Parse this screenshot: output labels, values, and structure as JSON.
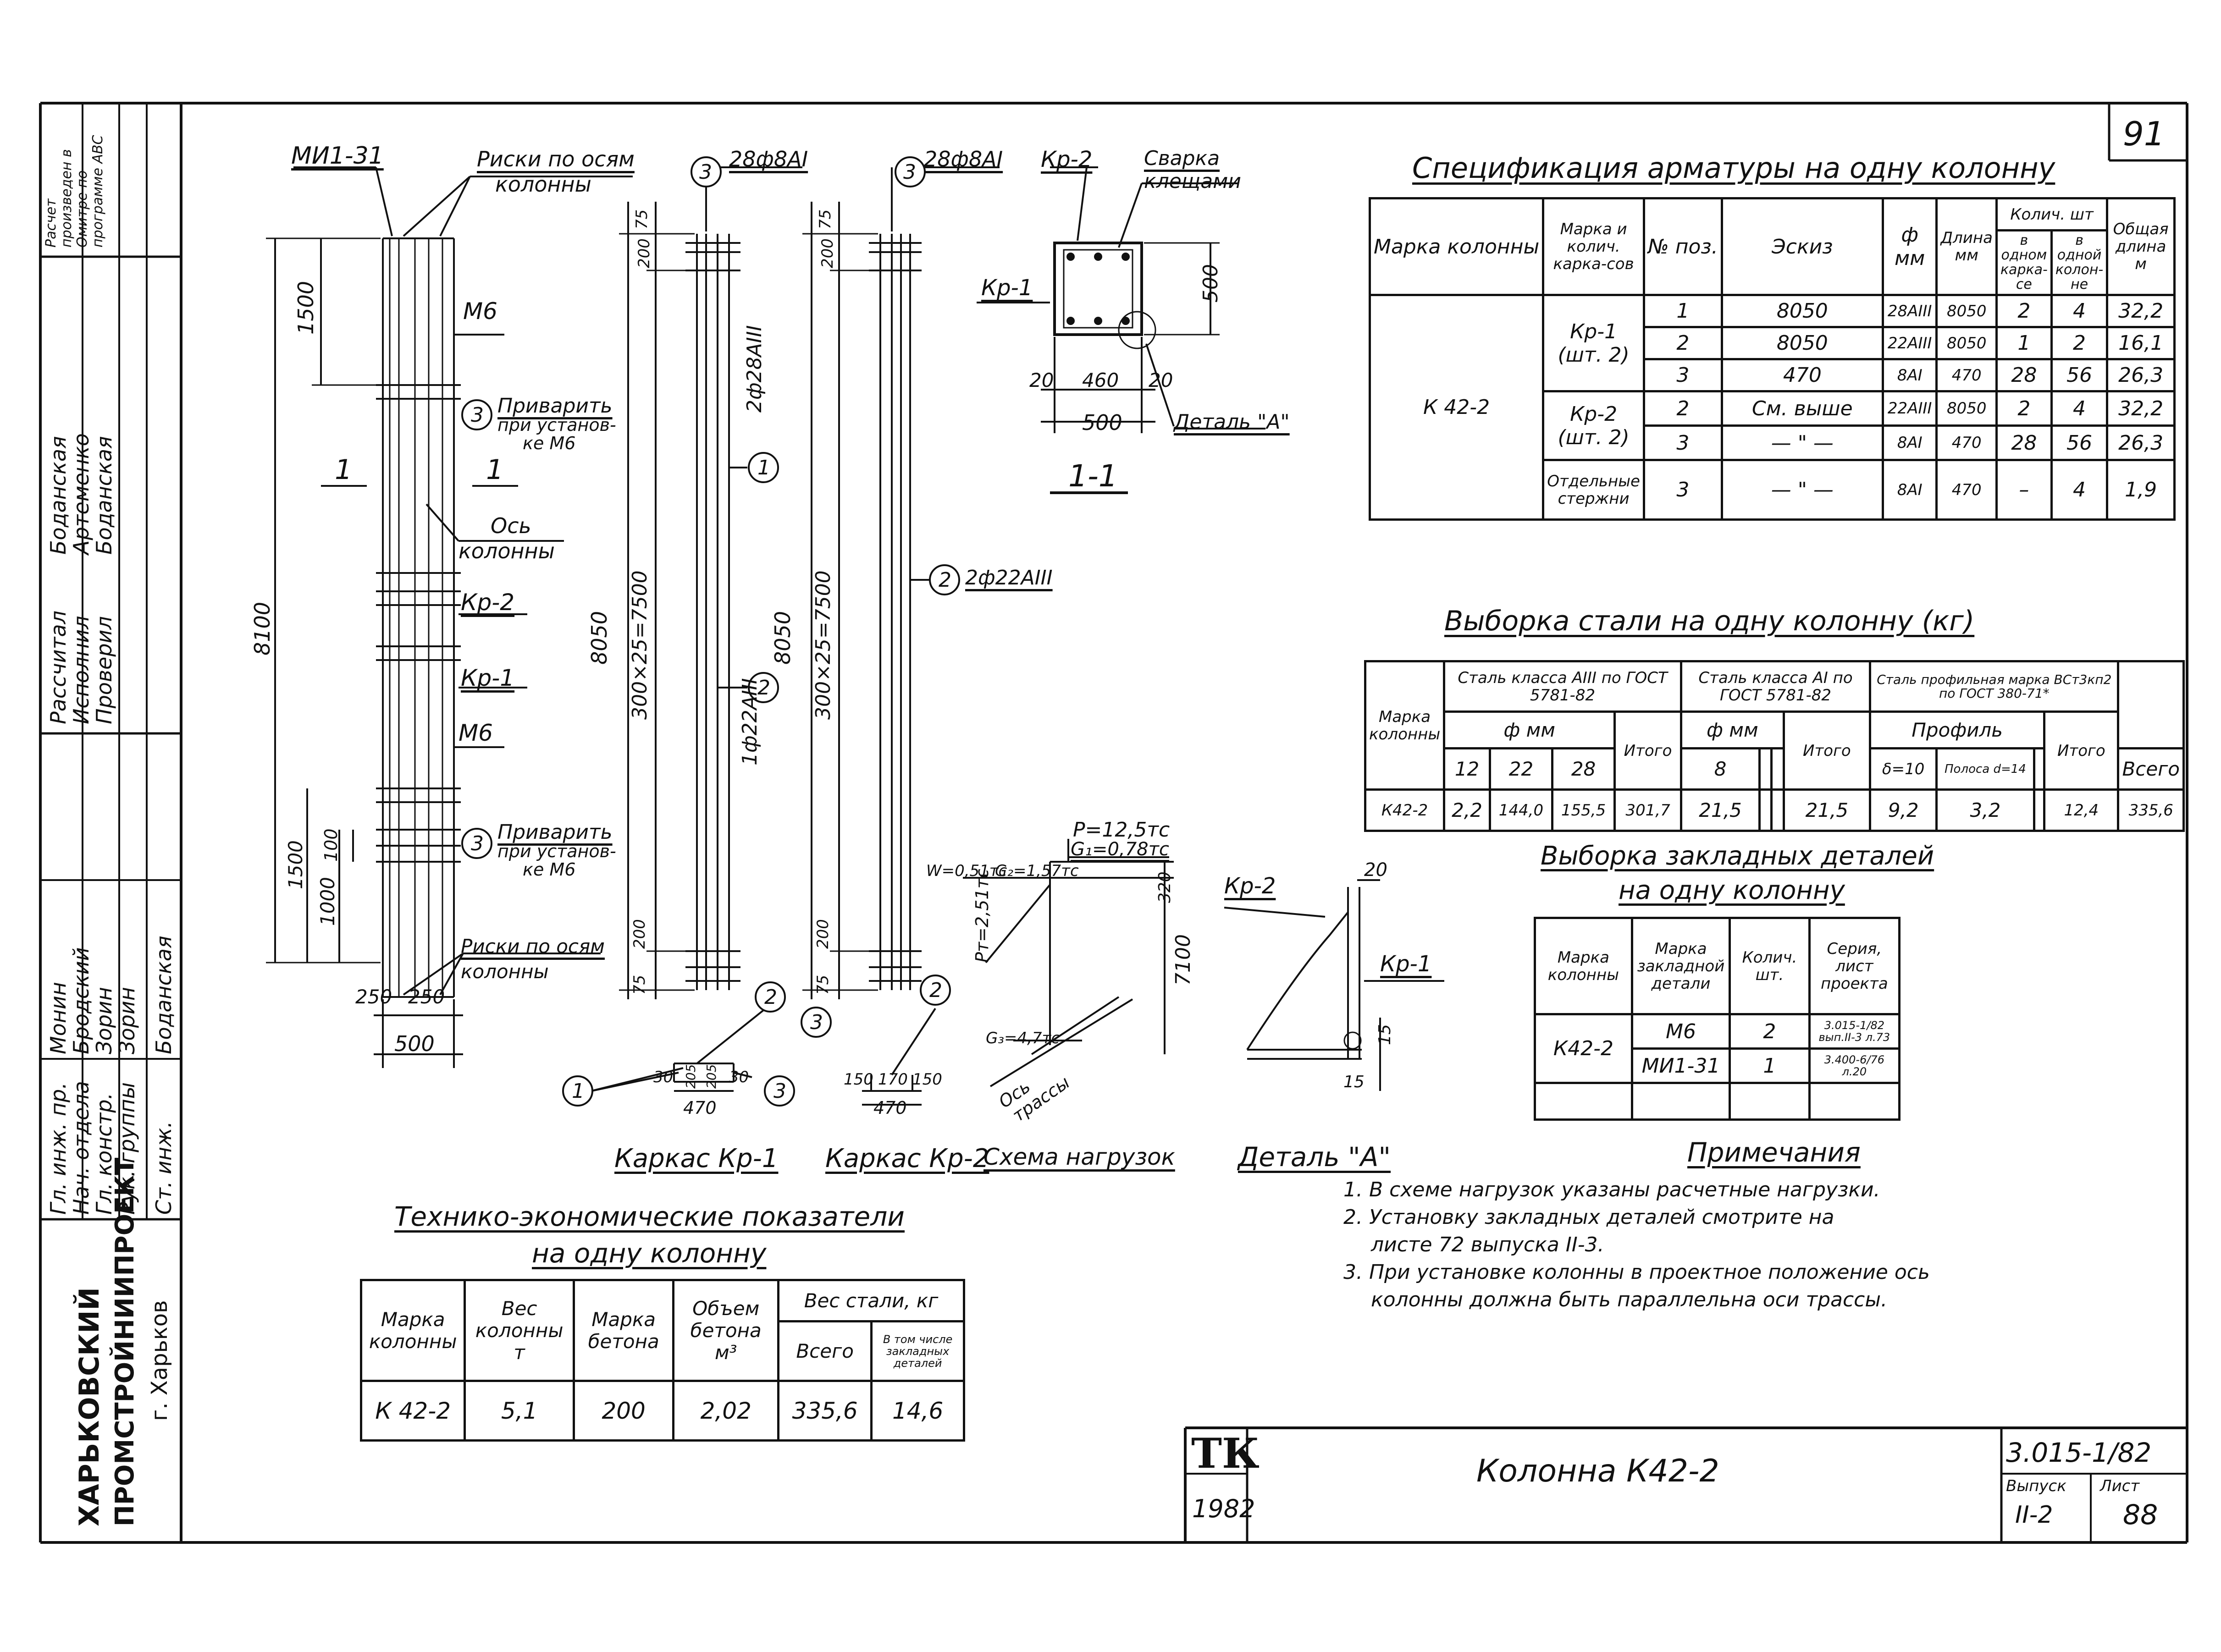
{
  "sheet_number": "91",
  "stamp": {
    "rows": [
      [
        "Гл. инж. пр.",
        "Монин"
      ],
      [
        "Нач. отдела",
        "Бродский"
      ],
      [
        "Гл. констр.",
        "Зорин"
      ],
      [
        "Рук. группы",
        "Зорин"
      ],
      [
        "Ст. инж.",
        "Боданская"
      ]
    ],
    "mid_rows": [
      [
        "Рассчитал",
        "Боданская"
      ],
      [
        "Исполнил",
        "Артеменко"
      ],
      [
        "Проверил",
        "Боданская"
      ]
    ],
    "calc_note": "Расчет произведен в Омитре по программе АВС",
    "org_name_1": "ХАРЬКОВСКИЙ",
    "org_name_2": "ПРОМСТРОЙНИИПРОЕКТ",
    "org_city": "г. Харьков"
  },
  "drawings": {
    "column_view": {
      "label_mi": "МИ1-31",
      "risks_top_1": "Риски по осям",
      "risks_top_2": "колонны",
      "m6_top": "М6",
      "dim_1500_top": "1500",
      "weld_1": "Приварить",
      "weld_2": "при установ-",
      "weld_3": "ке М6",
      "section_left": "1",
      "section_right": "1",
      "axis_1": "Ось",
      "axis_2": "колонны",
      "kr2": "Кр-2",
      "kr1": "Кр-1",
      "m6_bottom": "М6",
      "dim_8100": "8100",
      "dim_1500_bot": "1500",
      "dim_1000": "1000",
      "dim_100": "100",
      "risks_bot_1": "Риски по осям",
      "risks_bot_2": "колонны",
      "dim_250a": "250",
      "dim_250b": "250",
      "dim_500": "500",
      "circle_3": "3"
    },
    "frame_kr1": {
      "top_label": "28ф8AI",
      "circle_top": "3",
      "pos1_label": "2ф28АIII",
      "pos2_label": "1ф22АIII",
      "dim_75a": "75",
      "dim_200a": "200",
      "dim_8050": "8050",
      "dim_spacing": "300×25=7500",
      "dim_200b": "200",
      "dim_75b": "75",
      "circle_1": "1",
      "circle_2": "2",
      "sec_30a": "30",
      "sec_30b": "30",
      "sec_205a": "205",
      "sec_205b": "205",
      "sec_470": "470",
      "caption": "Каркас Кр-1"
    },
    "frame_kr2": {
      "top_label": "28ф8AI",
      "circle_top": "3",
      "pos2_label": "2ф22АIII",
      "dim_75a": "75",
      "dim_200a": "200",
      "dim_8050": "8050",
      "dim_spacing": "300×25=7500",
      "dim_200b": "200",
      "dim_75b": "75",
      "circle_2": "2",
      "sec_150a": "150",
      "sec_170": "170",
      "sec_150b": "150",
      "sec_470": "470",
      "caption": "Каркас Кр-2"
    },
    "section_1_1": {
      "kr2": "Кр-2",
      "weld_1": "Сварка",
      "weld_2": "клещами",
      "kr1": "Кр-1",
      "dim_500v": "500",
      "dim_20a": "20",
      "dim_460": "460",
      "dim_20b": "20",
      "dim_500h": "500",
      "detail": "Деталь \"А\"",
      "caption": "1-1"
    },
    "load_scheme": {
      "p": "P=12,5тс",
      "g1": "G₁=0,78тс",
      "w": "W=0,51тс",
      "g2": "G₂=1,57тс",
      "pt": "Pт=2,51тс",
      "dim_320": "320",
      "dim_7100": "7100",
      "g3": "G₃=4,7тс",
      "axis_1": "Ось",
      "axis_2": "трассы",
      "caption": "Схема нагрузок"
    },
    "detail_a": {
      "kr2": "Кр-2",
      "kr1": "Кр-1",
      "dim_20": "20",
      "dim_15a": "15",
      "dim_15b": "15",
      "caption": "Деталь \"А\""
    }
  },
  "spec_table": {
    "title": "Спецификация арматуры на одну колонну",
    "headers": {
      "mark_col": "Марка колонны",
      "mark_frame": "Марка и колич. карка-сов",
      "pos": "№ поз.",
      "sketch": "Эскиз",
      "dia": "ф мм",
      "len": "Длина мм",
      "qty_group": "Колич. шт",
      "qty_frame": "в одном карка-се",
      "qty_col": "в одной колон-не",
      "total_len": "Общая длина м"
    },
    "column_mark": "К 42-2",
    "frames": [
      {
        "mark": "Кр-1 (шт. 2)"
      },
      {
        "mark": "Кр-2 (шт. 2)"
      },
      {
        "mark": "Отдельные стержни"
      }
    ],
    "rows": [
      {
        "pos": "1",
        "sketch": "8050",
        "dia": "28АIII",
        "len": "8050",
        "qf": "2",
        "qc": "4",
        "total": "32,2"
      },
      {
        "pos": "2",
        "sketch": "8050",
        "dia": "22АIII",
        "len": "8050",
        "qf": "1",
        "qc": "2",
        "total": "16,1"
      },
      {
        "pos": "3",
        "sketch": "470",
        "dia": "8AI",
        "len": "470",
        "qf": "28",
        "qc": "56",
        "total": "26,3"
      },
      {
        "pos": "2",
        "sketch": "См. выше",
        "dia": "22АIII",
        "len": "8050",
        "qf": "2",
        "qc": "4",
        "total": "32,2"
      },
      {
        "pos": "3",
        "sketch": "— \" —",
        "dia": "8AI",
        "len": "470",
        "qf": "28",
        "qc": "56",
        "total": "26,3"
      },
      {
        "pos": "3",
        "sketch": "— \" —",
        "dia": "8AI",
        "len": "470",
        "qf": "–",
        "qc": "4",
        "total": "1,9"
      }
    ]
  },
  "steel_table": {
    "title": "Выборка стали на одну колонну (кг)",
    "headers": {
      "mark": "Марка колонны",
      "grp_a3": "Сталь класса АIII по ГОСТ 5781-82",
      "grp_a1": "Сталь класса AI по ГОСТ 5781-82",
      "grp_prof": "Сталь профильная марка ВСт3кп2 по ГОСТ 380-71*",
      "dia_mm": "ф мм",
      "dia_mm2": "ф мм",
      "profile": "Профиль",
      "d12": "12",
      "d22": "22",
      "d28": "28",
      "itogo1": "Итого",
      "d8": "8",
      "itogo2": "Итого",
      "p1": "δ=10",
      "p2": "Полоса d=14",
      "itogo3": "Итого",
      "all": "Всего"
    },
    "row": {
      "mark": "К42-2",
      "v12": "2,2",
      "v22": "144,0",
      "v28": "155,5",
      "it1": "301,7",
      "v8": "21,5",
      "it2": "21,5",
      "pl": "9,2",
      "pp": "3,2",
      "it3": "12,4",
      "all": "335,6"
    }
  },
  "embed_table": {
    "title_1": "Выборка закладных деталей",
    "title_2": "на одну колонну",
    "headers": {
      "col": "Марка колонны",
      "part": "Марка закладной детали",
      "qty": "Колич. шт.",
      "series": "Серия, лист проекта"
    },
    "column": "К42-2",
    "rows": [
      {
        "part": "М6",
        "qty": "2",
        "series": "3.015-1/82 вып.II-3 л.73"
      },
      {
        "part": "МИ1-31",
        "qty": "1",
        "series": "3.400-6/76 л.20"
      }
    ]
  },
  "notes": {
    "title": "Примечания",
    "items": [
      "1. В схеме нагрузок указаны расчетные нагрузки.",
      "2. Установку закладных деталей смотрите на",
      "листе 72   выпуска II-3.",
      "3. При установке колонны в проектное положение ось",
      "колонны должна быть параллельна оси трассы."
    ]
  },
  "tech_table": {
    "title_1": "Технико-экономические показатели",
    "title_2": "на одну колонну",
    "headers": {
      "mark": "Марка колонны",
      "weight": "Вес колонны т",
      "concrete": "Марка бетона",
      "volume": "Объем бетона м³",
      "steel_grp": "Вес стали, кг",
      "steel_all": "Всего",
      "steel_emb": "В том числе закладных деталей"
    },
    "row": {
      "mark": "К 42-2",
      "weight": "5,1",
      "concrete": "200",
      "volume": "2,02",
      "all": "335,6",
      "emb": "14,6"
    }
  },
  "title_block": {
    "logo": "ТК",
    "year": "1982",
    "name": "Колонна К42-2",
    "series": "3.015-1/82",
    "issue_label": "Выпуск",
    "issue": "II-2",
    "sheet_label": "Лист",
    "sheet": "88"
  }
}
